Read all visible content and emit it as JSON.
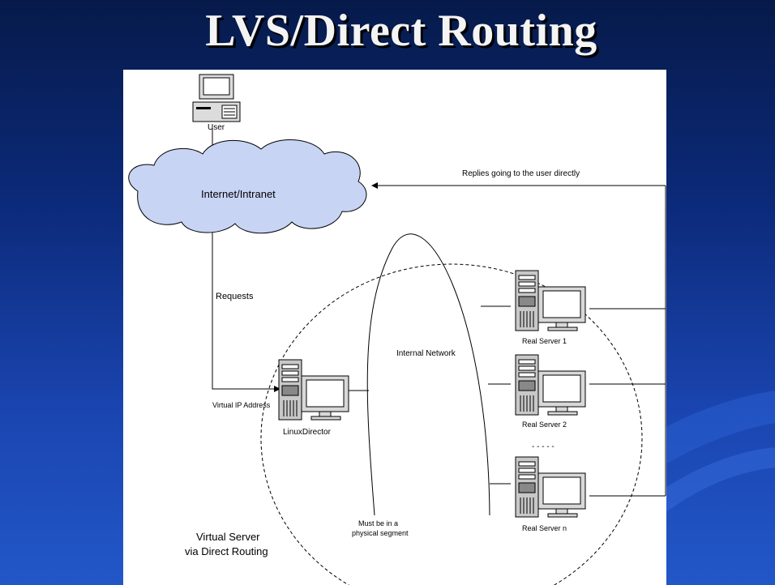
{
  "slide": {
    "title": "LVS/Direct Routing"
  },
  "diagram": {
    "user_label": "User",
    "cloud_label": "Internet/Intranet",
    "replies_label": "Replies going to the user directly",
    "requests_label": "Requests",
    "vip_label": "Virtual IP Address",
    "director_label": "LinuxDirector",
    "internal_network_label": "Internal Network",
    "real_servers": [
      "Real Server 1",
      "Real Server 2",
      "Real Server n"
    ],
    "ellipsis": "- - - - -",
    "segment_note_line1": "Must be in a",
    "segment_note_line2": "physical segment",
    "caption_line1": "Virtual Server",
    "caption_line2": "via Direct Routing"
  },
  "colors": {
    "cloud_fill": "#c8d4f4",
    "background_top": "#061a4a",
    "background_bottom": "#2257c8"
  }
}
